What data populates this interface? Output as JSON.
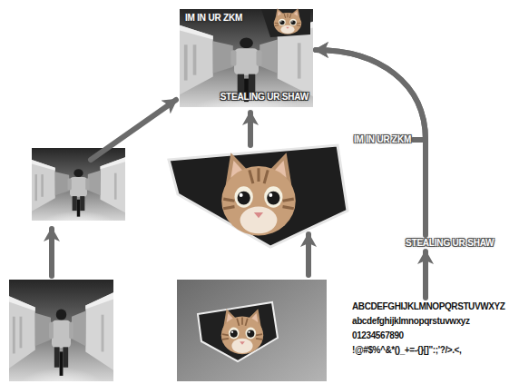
{
  "diagram": {
    "nodes": [
      {
        "text": [
          "IM IN UR ZKM",
          "STEALING UR SHAW"
        ]
      },
      {
        "text": [
          "IM IN UR ZKM"
        ]
      },
      {
        "text": [
          "STEALING UR SHAW"
        ]
      },
      {
        "text": [
          "ABCDEFGHIJKLMNOPQRSTUVWXYZ",
          "abcdefghijklmnopqrstuvwxyz",
          "01234567890",
          "!@#$%^&*()_+=-{}[]\":;'?/>.<,"
        ]
      }
    ],
    "edges": [
      {
        "from": 3,
        "to": 2,
        "arrow": "to"
      },
      {
        "from": 1,
        "to": 0,
        "arrow": "to"
      },
      {
        "from": 2,
        "to": 0,
        "arrow": "to"
      }
    ]
  }
}
